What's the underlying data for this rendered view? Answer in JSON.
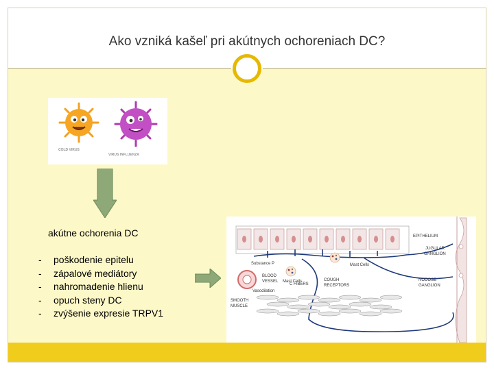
{
  "slide": {
    "title": "Ako vzniká kašeľ pri akútnych ochoreniach DC?",
    "disease_heading": "akútne ochorenia DC",
    "list_marker": "-",
    "effects": [
      "poškodenie epitelu",
      "zápalové mediátory",
      "nahromadenie hlienu",
      "opuch steny DC",
      "zvýšenie expresie TRPV1"
    ]
  },
  "virus_image": {
    "left_caption": "COLD VIRUS",
    "right_caption": "VIRUS INFLUENZA"
  },
  "diagram": {
    "labels": {
      "epithelium": "EPITHELIUM",
      "jugular": "JUGULAR",
      "ganglion": "GANGLION",
      "substance_p": "Substance P",
      "mast_cells_1": "Mast Cells",
      "mast_cells_2": "Mast Cells",
      "blood": "BLOOD",
      "vessel": "VESSEL",
      "vasodilation": "Vasodilation",
      "c_fibers": "C FIBERS",
      "cough": "COUGH",
      "receptors": "RECEPTORS",
      "nodose": "NODOSE",
      "nodose_ganglion": "GANGLION",
      "smooth": "SMOOTH",
      "muscle": "MUSCLE"
    }
  },
  "colors": {
    "accent_gold": "#f0cc1c",
    "ring": "#e6b800",
    "content_bg": "#fdf8c8",
    "arrow_green": "#8fa878"
  }
}
